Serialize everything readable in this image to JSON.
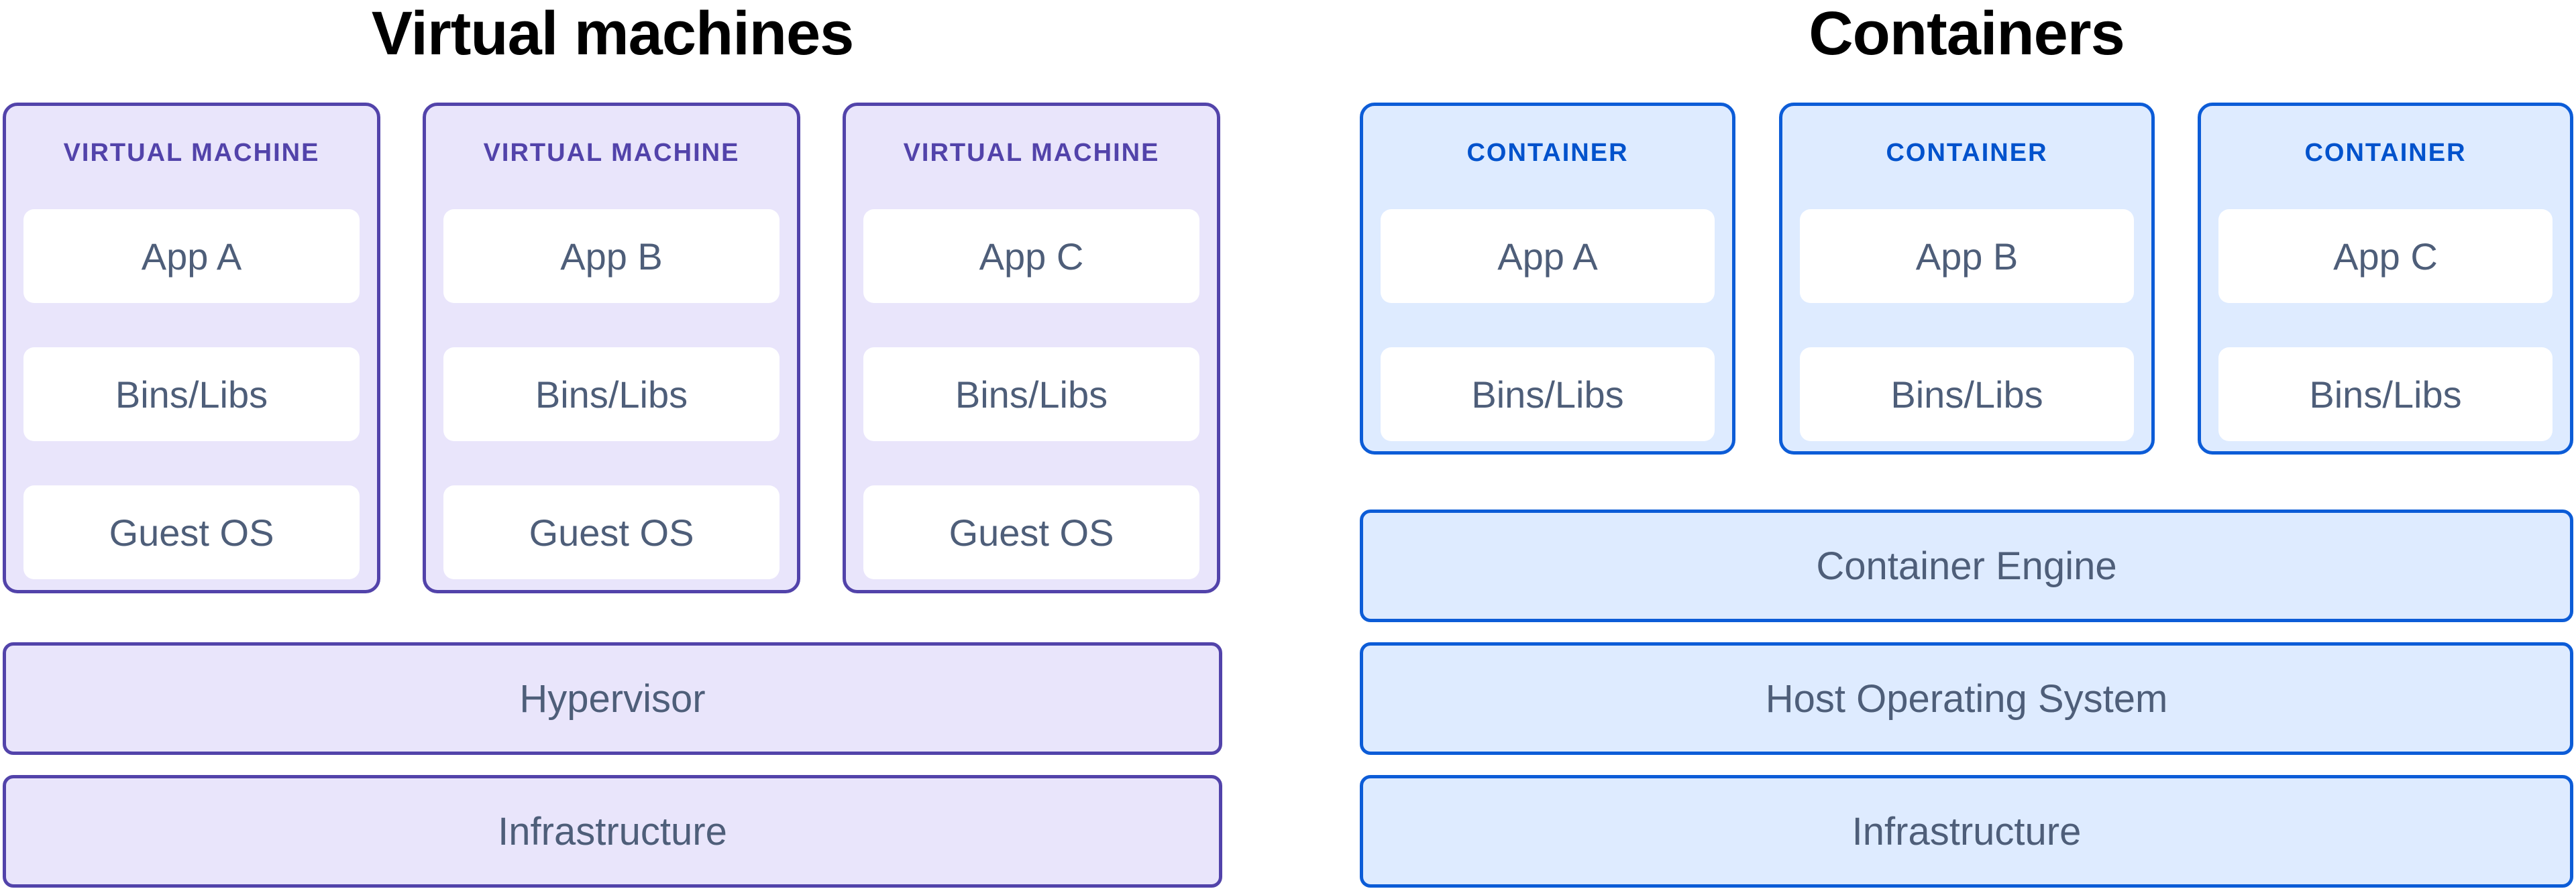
{
  "left": {
    "title": "Virtual machines",
    "cards": [
      {
        "header": "VIRTUAL MACHINE",
        "boxes": [
          "App A",
          "Bins/Libs",
          "Guest OS"
        ]
      },
      {
        "header": "VIRTUAL MACHINE",
        "boxes": [
          "App B",
          "Bins/Libs",
          "Guest OS"
        ]
      },
      {
        "header": "VIRTUAL MACHINE",
        "boxes": [
          "App C",
          "Bins/Libs",
          "Guest OS"
        ]
      }
    ],
    "bars": [
      "Hypervisor",
      "Infrastructure"
    ]
  },
  "right": {
    "title": "Containers",
    "cards": [
      {
        "header": "CONTAINER",
        "boxes": [
          "App A",
          "Bins/Libs"
        ]
      },
      {
        "header": "CONTAINER",
        "boxes": [
          "App B",
          "Bins/Libs"
        ]
      },
      {
        "header": "CONTAINER",
        "boxes": [
          "App C",
          "Bins/Libs"
        ]
      }
    ],
    "bars": [
      "Container Engine",
      "Host Operating System",
      "Infrastructure"
    ]
  },
  "colors": {
    "background": "#FFFFFF",
    "title": "#000000",
    "vm-border": "#5243AA",
    "vm-fill": "#E9E5FB",
    "vm-header": "#5243AA",
    "ct-border": "#0C5CD7",
    "ct-fill": "#DEEBFF",
    "ct-header": "#0052CC",
    "box-fill": "#FFFFFF",
    "label": "#4E5E79"
  }
}
